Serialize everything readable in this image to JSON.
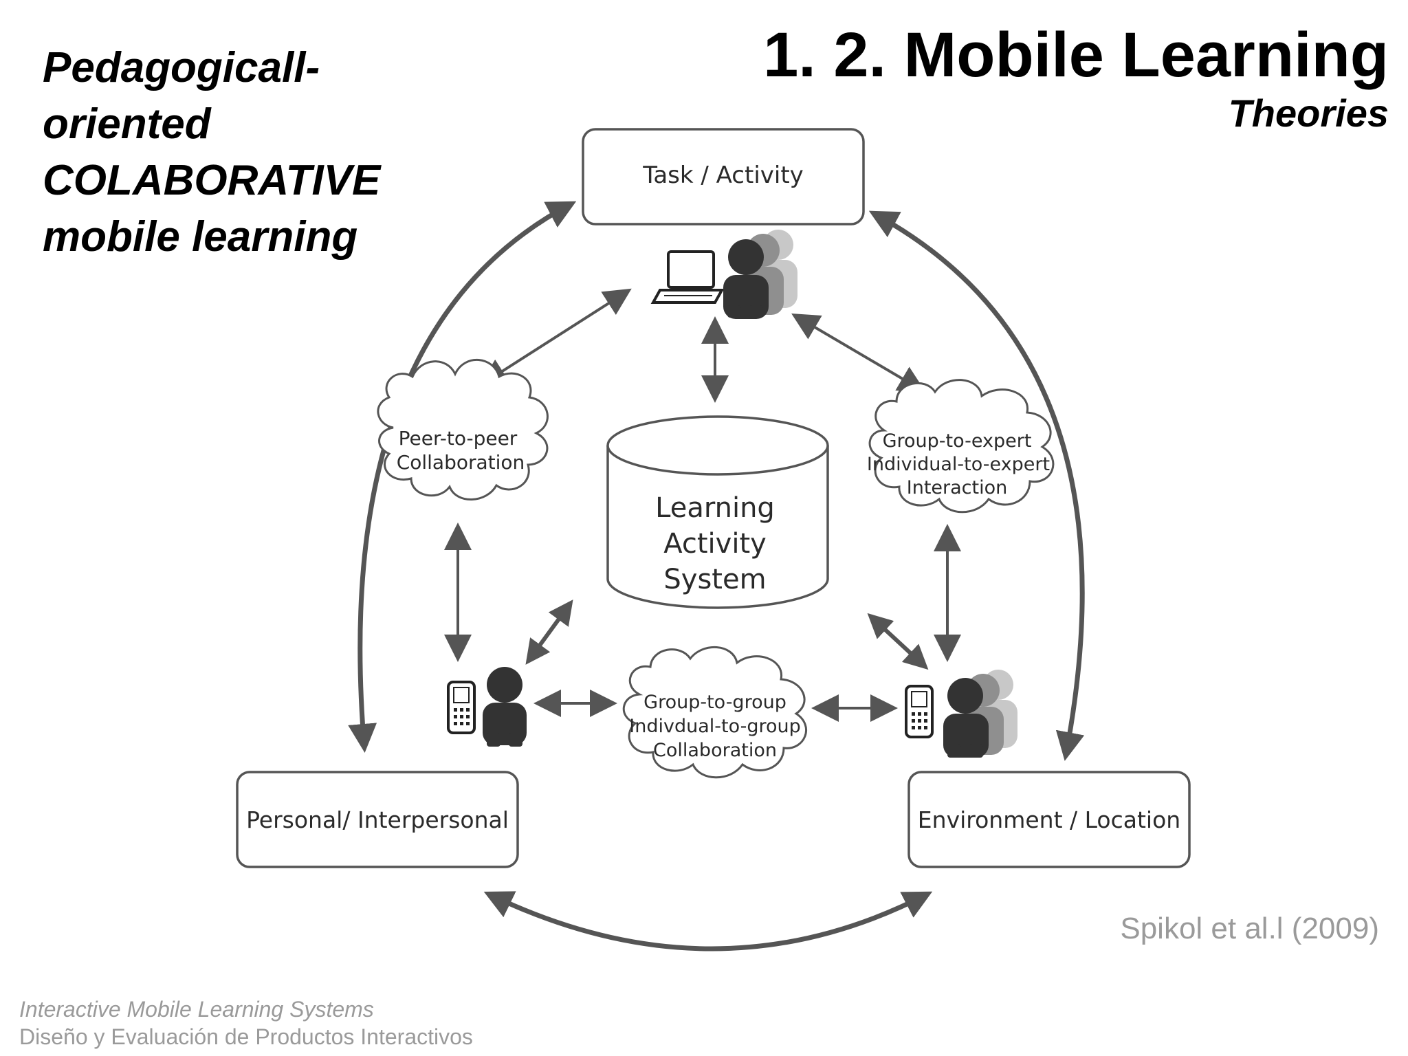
{
  "left_title": [
    "Pedagogicall-",
    "oriented",
    "COLABORATIVE",
    "mobile learning"
  ],
  "main_title": "1.  2. Mobile Learning",
  "main_subtitle": "Theories",
  "diagram": {
    "boxes": {
      "task": "Task / Activity",
      "personal": "Personal/ Interpersonal",
      "environment": "Environment / Location"
    },
    "center": [
      "Learning",
      "Activity",
      "System"
    ],
    "clouds": {
      "peer": [
        "Peer-to-peer",
        "Collaboration"
      ],
      "expert": [
        "Group-to-expert",
        "Individual-to-expert",
        "Interaction"
      ],
      "group": [
        "Group-to-group",
        "Indivdual-to-group",
        "Collaboration"
      ]
    },
    "icons": [
      "laptop-icon",
      "group-people-icon",
      "mobile-phone-icon",
      "person-icon"
    ]
  },
  "citation": "Spikol et al.l (2009)",
  "footer": {
    "course": "Interactive Mobile Learning Systems",
    "subject": "Diseño y Evaluación de Productos Interactivos"
  },
  "colors": {
    "stroke": "#555555",
    "text": "#000000",
    "muted": "#9a9a9a",
    "icon_dark": "#333333"
  }
}
